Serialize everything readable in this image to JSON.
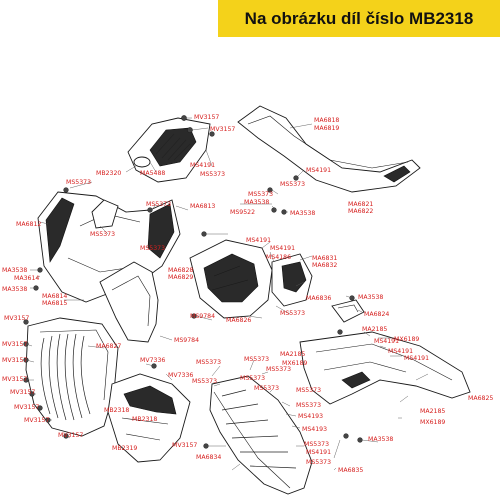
{
  "banner": {
    "title": "Na obrázku díl číslo MB2318"
  },
  "colors": {
    "banner_bg": "#f4d21a",
    "label": "#d6201f",
    "line": "#1a1a1a"
  },
  "labels": [
    "MV3157",
    "MV3157",
    "MB2320",
    "MA5488",
    "MS4191",
    "MS5373",
    "MA6818",
    "MA6819",
    "MS4191",
    "MS5373",
    "MS5373",
    "MA3538",
    "MS9522",
    "MA3538",
    "MA6821",
    "MA6822",
    "MS5373",
    "MS5373",
    "MA6813",
    "MA6812",
    "MS5373",
    "MS5373",
    "MS4191",
    "MS4191",
    "MS4186",
    "MA6831",
    "MA6832",
    "MA6828",
    "MA6829",
    "MA6836",
    "MA3538",
    "MA3614",
    "MA3538",
    "MA6814",
    "MA6815",
    "MA3538",
    "MS9784",
    "MA6826",
    "MS5373",
    "MA6824",
    "MV3157",
    "MA6827",
    "MS9784",
    "MS4191",
    "MA2185",
    "MX6189",
    "MS4191",
    "MS4191",
    "MV3157",
    "MV3157",
    "MV3157",
    "MV3157",
    "MV3157",
    "MV3157",
    "MV3157",
    "MV7336",
    "MV7336",
    "MS5373",
    "MS5373",
    "MS5373",
    "MS5373",
    "MS5373",
    "MS5373",
    "MA2185",
    "MX6189",
    "MS5373",
    "MA6825",
    "MB2318",
    "MB2318",
    "MB2319",
    "MS5373",
    "MS4193",
    "MS4193",
    "MA2185",
    "MX6189",
    "MS5373",
    "MS4191",
    "MS5373",
    "MA3538",
    "MA6835",
    "MV3157",
    "MA6834"
  ]
}
